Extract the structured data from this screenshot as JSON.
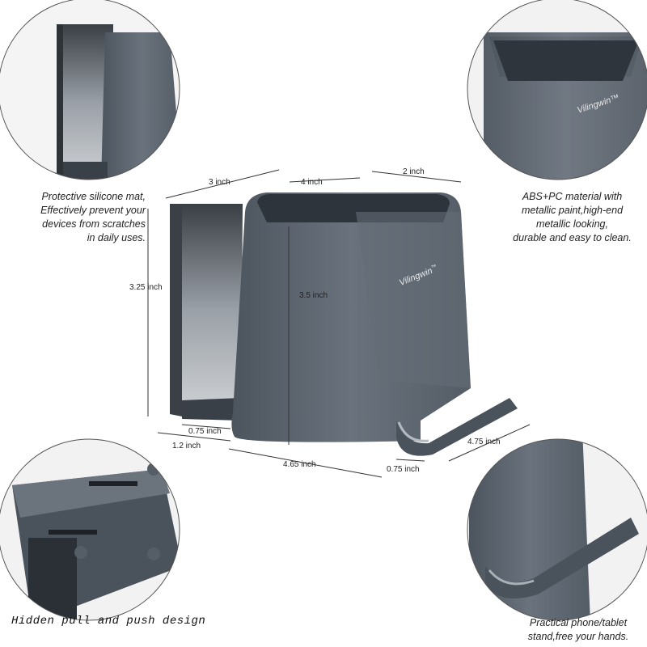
{
  "brand": {
    "name": "Vilingwin",
    "mark": "™"
  },
  "captions": {
    "top_left": [
      "Protective silicone mat,",
      "Effectively prevent your",
      "devices from scratches",
      "in daily uses."
    ],
    "top_right": [
      "ABS+PC material with",
      "metallic paint,high-end",
      "metallic looking,",
      "durable and easy to clean."
    ],
    "bottom_left": "Hidden pull and push design",
    "bottom_right": [
      "Practical phone/tablet",
      "stand,free your hands."
    ]
  },
  "dimensions": {
    "width_back": "3 inch",
    "width_top": "4 inch",
    "depth_top": "2 inch",
    "height_back": "3.25 inch",
    "height_front": "3.5 inch",
    "slot_gap": "0.75 inch",
    "base_left": "1.2 inch",
    "base_length": "4.65 inch",
    "lip_depth": "0.75 inch",
    "stand_depth": "4.75 inch"
  },
  "colors": {
    "body": "#5a6370",
    "body_dark": "#3f464f",
    "body_light": "#8a929c",
    "panel": "#6d757f"
  }
}
